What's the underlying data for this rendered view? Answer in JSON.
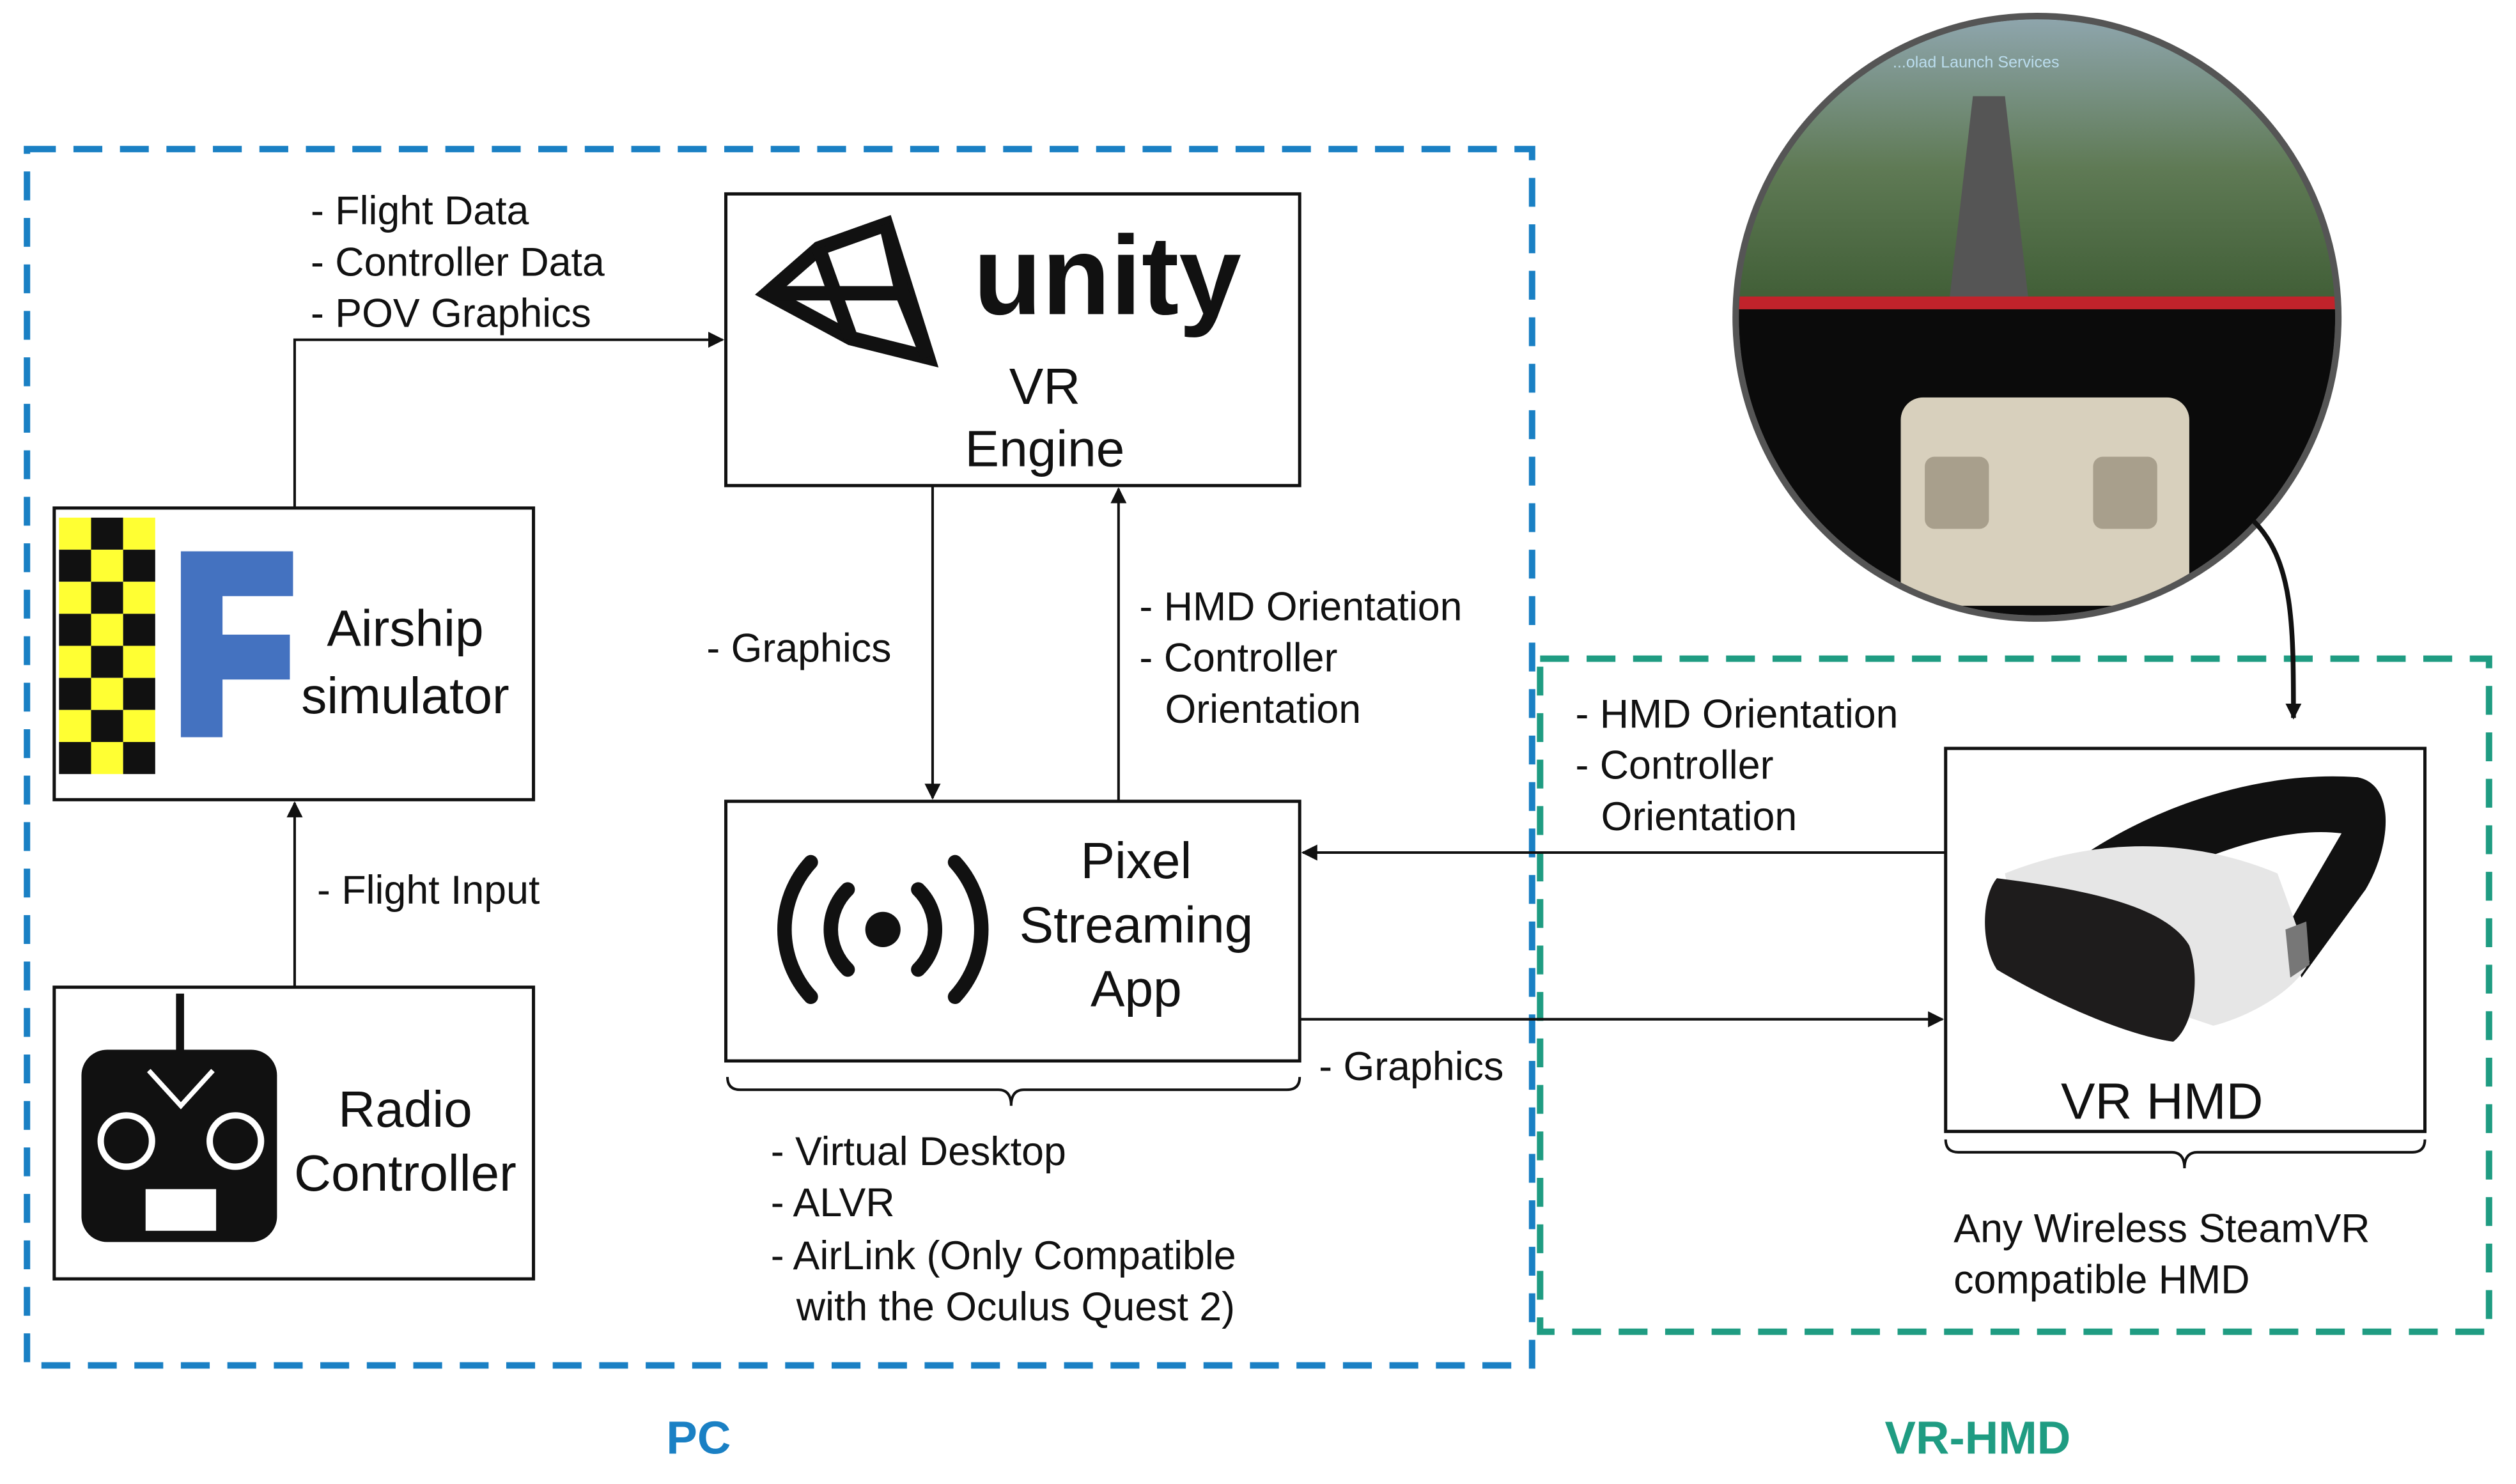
{
  "colors": {
    "pc_group": "#1a80c4",
    "hmd_group": "#1f9c82",
    "unity_logo": "#111111",
    "sim_logo_blue": "#4472c0",
    "sim_logo_yellow": "#ffff33"
  },
  "groups": {
    "pc": "PC",
    "vr_hmd": "VR-HMD"
  },
  "nodes": {
    "unity": {
      "logo_text": "unity",
      "line1": "VR",
      "line2": "Engine"
    },
    "airship": {
      "line1": "Airship",
      "line2": "simulator"
    },
    "radio": {
      "line1": "Radio",
      "line2": "Controller"
    },
    "pixel": {
      "line1": "Pixel",
      "line2": "Streaming",
      "line3": "App"
    },
    "hmd": {
      "label": "VR HMD"
    }
  },
  "edges": {
    "sim_to_unity": [
      "- Flight Data",
      "- Controller Data",
      "- POV Graphics"
    ],
    "radio_to_sim": "- Flight Input",
    "unity_to_pixel": "- Graphics",
    "pixel_to_unity": [
      "- HMD Orientation",
      "- Controller",
      "Orientation"
    ],
    "hmd_to_pixel": [
      "- HMD Orientation",
      "- Controller",
      "Orientation"
    ],
    "pixel_to_hmd": "- Graphics"
  },
  "notes": {
    "pixel_options": [
      "- Virtual Desktop",
      "- ALVR",
      "- AirLink (Only Compatible",
      "with the Oculus Quest 2)"
    ],
    "hmd_compat": [
      "Any Wireless SteamVR",
      "compatible HMD"
    ]
  },
  "vr_view_image": {
    "hud_text": "...olad Launch Services"
  }
}
